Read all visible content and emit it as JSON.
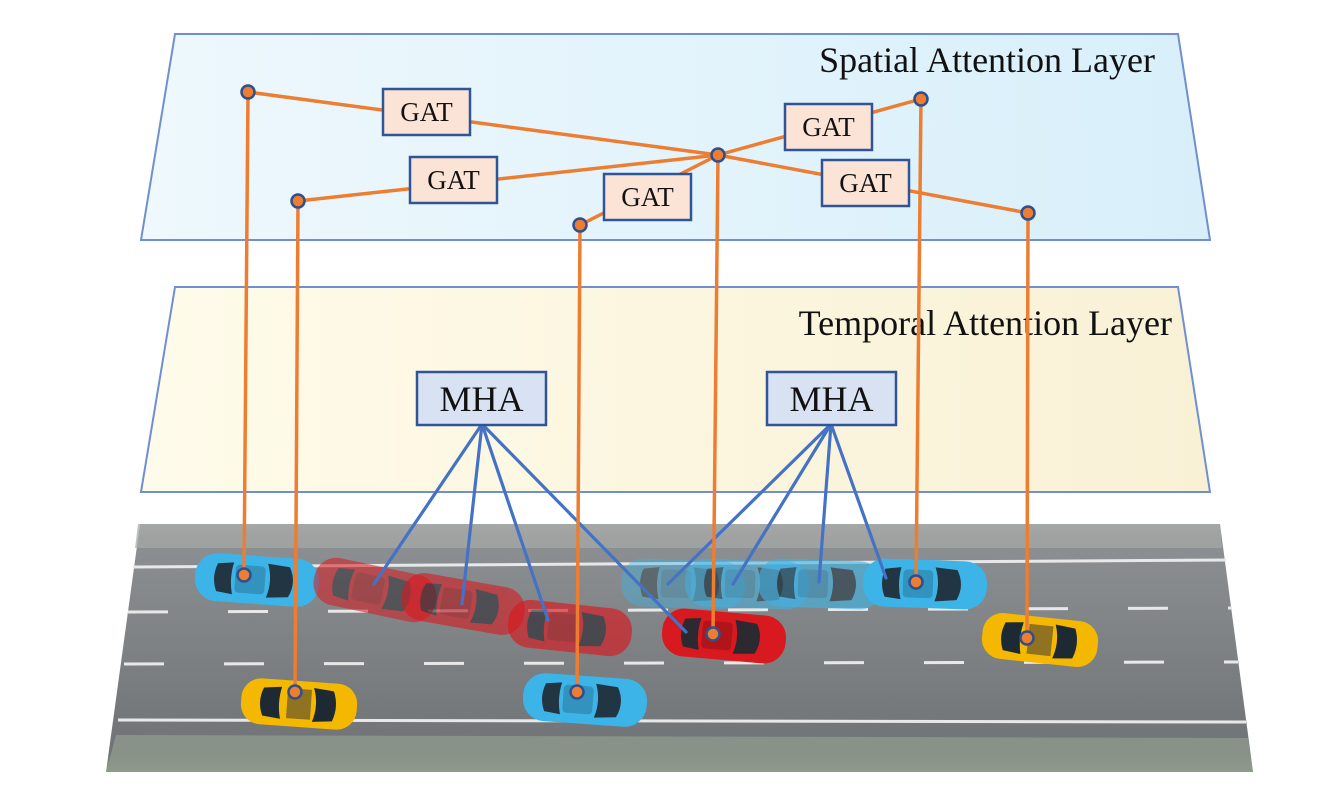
{
  "layers": {
    "spatial": {
      "title": "Spatial Attention Layer"
    },
    "temporal": {
      "title": "Temporal Attention Layer"
    }
  },
  "modules": {
    "gat_label": "GAT",
    "mha_label": "MHA"
  },
  "colors": {
    "orange_link": "#ED7D31",
    "blue_link": "#4472C4",
    "node_fill": "#ED7D31",
    "node_stroke": "#2F4F8F",
    "gat_box_fill": "#FBE3D6",
    "gat_box_stroke": "#2F5597",
    "mha_box_fill": "#D9E2F3",
    "mha_box_stroke": "#2F5597",
    "spatial_plane_fill": "#E0F2FB",
    "temporal_plane_fill": "#FBF4DC",
    "plane_stroke": "#6F8FD0",
    "road": "#7A7D80",
    "car_blue": "#3DB4E8",
    "car_yellow": "#F5B800",
    "car_red": "#D8191F"
  },
  "vehicles": [
    {
      "id": "blue-1",
      "color": "blue"
    },
    {
      "id": "yellow-1",
      "color": "yellow"
    },
    {
      "id": "red-history-1",
      "color": "red",
      "history": true
    },
    {
      "id": "red-history-2",
      "color": "red",
      "history": true
    },
    {
      "id": "red-history-3",
      "color": "red",
      "history": true
    },
    {
      "id": "blue-2",
      "color": "blue"
    },
    {
      "id": "red-target",
      "color": "red"
    },
    {
      "id": "blue-history-1",
      "color": "blue",
      "history": true
    },
    {
      "id": "blue-history-2",
      "color": "blue",
      "history": true
    },
    {
      "id": "blue-history-3",
      "color": "blue",
      "history": true
    },
    {
      "id": "blue-3",
      "color": "blue"
    },
    {
      "id": "yellow-2",
      "color": "yellow"
    }
  ]
}
